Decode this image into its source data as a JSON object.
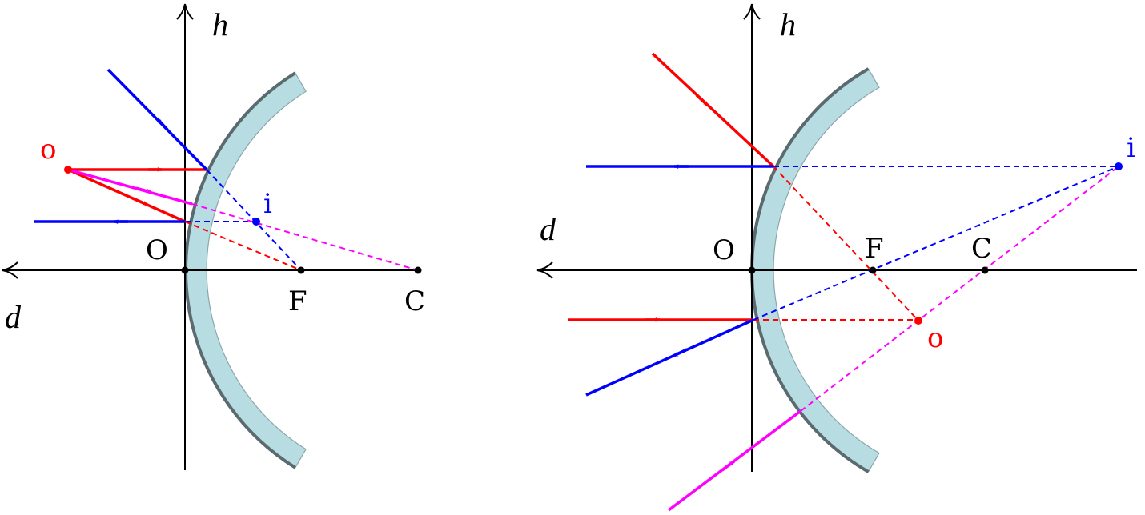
{
  "colors": {
    "object_ray": "#ff0000",
    "reflected_ray": "#0000ff",
    "center_ray": "#ff00ff",
    "mirror_fill": "#b7dde3",
    "mirror_edge": "#5a6a6e",
    "axis": "#000000"
  },
  "left_diagram": {
    "axis_h_label": "h",
    "axis_d_label": "d",
    "origin_label": "O",
    "focus_label": "F",
    "center_label": "C",
    "object_label": "o",
    "image_label": "i"
  },
  "right_diagram": {
    "axis_h_label": "h",
    "axis_d_label": "d",
    "origin_label": "O",
    "focus_label": "F",
    "center_label": "C",
    "object_label": "o",
    "image_label": "i"
  }
}
